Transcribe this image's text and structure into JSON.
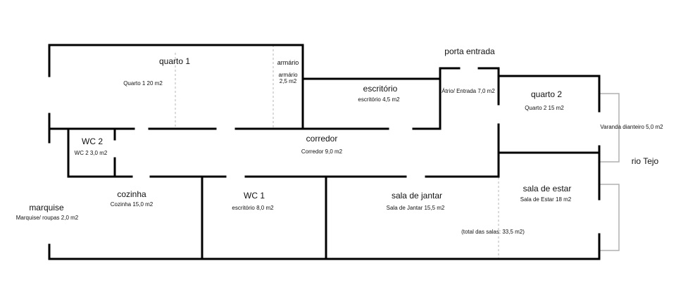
{
  "rooms": {
    "quarto1": {
      "name": "quarto 1",
      "area": "Quarto 1   20 m2"
    },
    "armario": {
      "name": "armário",
      "area_line1": "armário",
      "area_line2": "2,5 m2"
    },
    "escritorio": {
      "name": "escritório",
      "area": "escritório 4,5 m2"
    },
    "entrada": {
      "name": "porta entrada",
      "area": "Átrio/ Entrada   7,0 m2"
    },
    "quarto2": {
      "name": "quarto 2",
      "area": "Quarto 2   15 m2"
    },
    "varanda": {
      "area": "Varanda dianteiro   5,0 m2"
    },
    "wc2": {
      "name": "WC 2",
      "area": "WC 2   3,0 m2"
    },
    "corredor": {
      "name": "corredor",
      "area": "Corredor   9,0 m2"
    },
    "cozinha": {
      "name": "cozinha",
      "area": "Cozinha 15,0 m2"
    },
    "wc1": {
      "name": "WC 1",
      "area": "escritório 8,0 m2"
    },
    "sala_jantar": {
      "name": "sala de jantar",
      "area": "Sala de Jantar 15,5 m2"
    },
    "sala_estar": {
      "name": "sala de estar",
      "area": "Sala de Estar 18 m2"
    },
    "marquise": {
      "name": "marquise",
      "area": "Marquise/ roupas   2,0 m2"
    }
  },
  "notes": {
    "rio": "rio Tejo",
    "total_salas": "(total das salas: 33,5 m2)"
  }
}
